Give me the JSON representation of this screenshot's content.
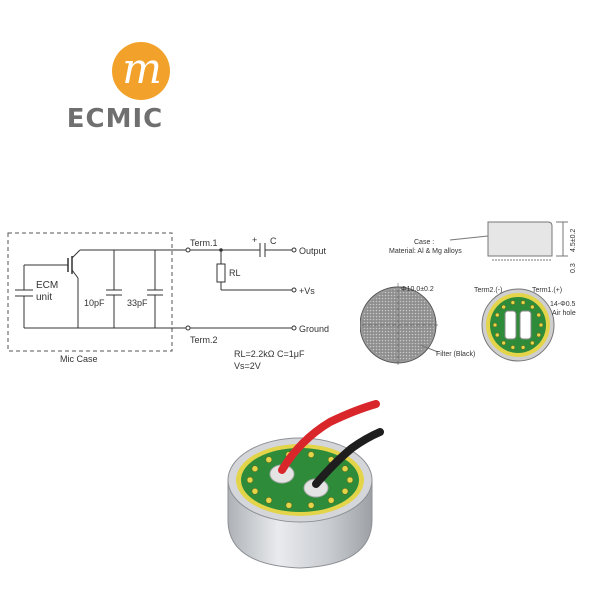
{
  "logo": {
    "brand": "ECMIC",
    "colors": {
      "circle": "#f2a22a",
      "text": "#6f6f6f"
    }
  },
  "schematic": {
    "ecm_label_1": "ECM",
    "ecm_label_2": "unit",
    "cap_10": "10pF",
    "cap_33": "33pF",
    "mic_case": "Mic Case",
    "term1": "Term.1",
    "term2": "Term.2",
    "rl": "RL",
    "c": "C",
    "plus": "+",
    "output": "Output",
    "vs": "+Vs",
    "ground": "Ground",
    "spec_line1": "RL=2.2kΩ   C=1μF",
    "spec_line2": "Vs=2V"
  },
  "dimensions": {
    "case_label": "Case :",
    "case_material": "Material: Al & Mg alloys",
    "height_dim": "4.5±0.2",
    "lip_dim": "0.3",
    "diameter": "Φ10.0±0.2",
    "filter": "Filter (Black)",
    "term2_label": "Term2.(-)",
    "term1_label": "Term1.(+)",
    "holes": "14-Φ0.5",
    "air_hole": "Air hole"
  },
  "colors": {
    "pcb": "#2e8b3a",
    "ring": "#e3d44a",
    "wire_red": "#d9262b",
    "wire_black": "#1e1e1e",
    "metal": "#c9ccd0"
  }
}
